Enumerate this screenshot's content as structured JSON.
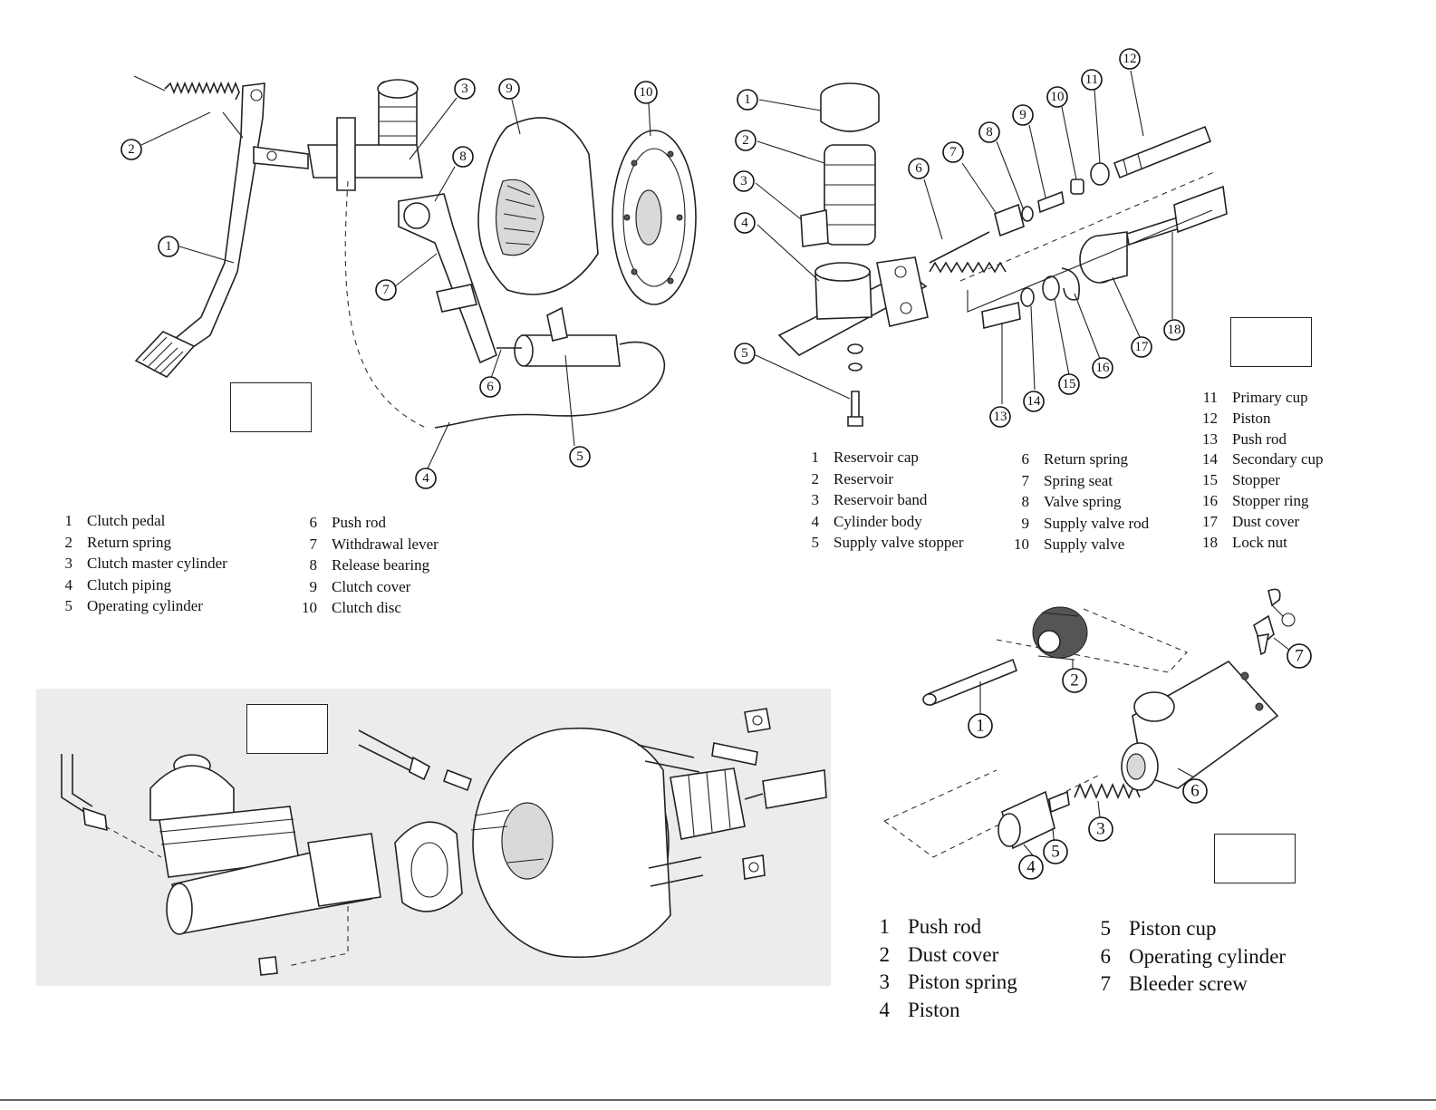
{
  "figure_a": {
    "callouts": [
      "1",
      "2",
      "3",
      "4",
      "5",
      "6",
      "7",
      "8",
      "9",
      "10"
    ],
    "legend_left": [
      {
        "num": "1",
        "label": "Clutch pedal"
      },
      {
        "num": "2",
        "label": "Return spring"
      },
      {
        "num": "3",
        "label": "Clutch master cylinder"
      },
      {
        "num": "4",
        "label": "Clutch piping"
      },
      {
        "num": "5",
        "label": "Operating cylinder"
      }
    ],
    "legend_right": [
      {
        "num": "6",
        "label": "Push rod"
      },
      {
        "num": "7",
        "label": "Withdrawal lever"
      },
      {
        "num": "8",
        "label": "Release bearing"
      },
      {
        "num": "9",
        "label": "Clutch cover"
      },
      {
        "num": "10",
        "label": "Clutch disc"
      }
    ]
  },
  "figure_b": {
    "callouts": [
      "1",
      "2",
      "3",
      "4",
      "5",
      "6",
      "7",
      "8",
      "9",
      "10",
      "11",
      "12",
      "13",
      "14",
      "15",
      "16",
      "17",
      "18"
    ],
    "legend_col1": [
      {
        "num": "1",
        "label": "Reservoir cap"
      },
      {
        "num": "2",
        "label": "Reservoir"
      },
      {
        "num": "3",
        "label": "Reservoir band"
      },
      {
        "num": "4",
        "label": "Cylinder body"
      },
      {
        "num": "5",
        "label": "Supply valve stopper"
      }
    ],
    "legend_col2": [
      {
        "num": "6",
        "label": "Return spring"
      },
      {
        "num": "7",
        "label": "Spring seat"
      },
      {
        "num": "8",
        "label": "Valve spring"
      },
      {
        "num": "9",
        "label": "Supply valve rod"
      },
      {
        "num": "10",
        "label": "Supply valve"
      }
    ],
    "legend_col3": [
      {
        "num": "11",
        "label": "Primary cup"
      },
      {
        "num": "12",
        "label": "Piston"
      },
      {
        "num": "13",
        "label": "Push rod"
      },
      {
        "num": "14",
        "label": "Secondary cup"
      },
      {
        "num": "15",
        "label": "Stopper"
      },
      {
        "num": "16",
        "label": "Stopper ring"
      },
      {
        "num": "17",
        "label": "Dust cover"
      },
      {
        "num": "18",
        "label": "Lock nut"
      }
    ]
  },
  "figure_d": {
    "callouts": [
      "1",
      "2",
      "3",
      "4",
      "5",
      "6",
      "7"
    ],
    "legend_left": [
      {
        "num": "1",
        "label": "Push rod"
      },
      {
        "num": "2",
        "label": "Dust cover"
      },
      {
        "num": "3",
        "label": "Piston spring"
      },
      {
        "num": "4",
        "label": "Piston"
      }
    ],
    "legend_right": [
      {
        "num": "5",
        "label": "Piston cup"
      },
      {
        "num": "6",
        "label": "Operating cylinder"
      },
      {
        "num": "7",
        "label": "Bleeder screw"
      }
    ]
  }
}
